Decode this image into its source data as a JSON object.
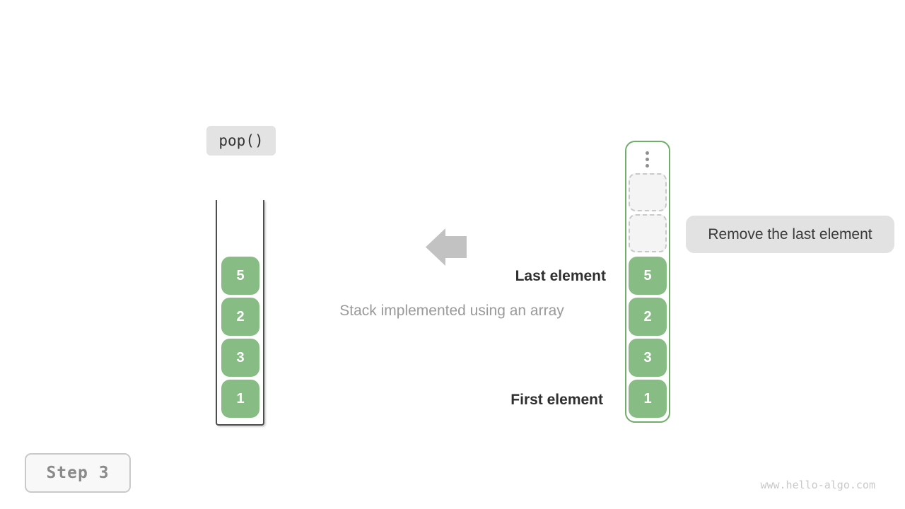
{
  "operation": {
    "label": "pop()"
  },
  "step": {
    "label": "Step 3"
  },
  "watermark": "www.hello-algo.com",
  "caption": "Stack implemented using an array",
  "annotations": {
    "last_element": "Last element",
    "first_element": "First element",
    "remove_note": "Remove the last element"
  },
  "stack": {
    "values": [
      "5",
      "2",
      "3",
      "1"
    ]
  },
  "array": {
    "hidden_indicator_icon": "vertical-ellipsis",
    "empty_slot_count": 2,
    "values": [
      "5",
      "2",
      "3",
      "1"
    ]
  },
  "icons": {
    "arrow": "arrow-left"
  },
  "colors": {
    "green_fill": "#87bd84",
    "green_border": "#6fae6b",
    "op_label_bg": "#e3e3e3",
    "note_bg": "#e2e2e2",
    "arrow_gray": "#c2c2c2",
    "container_border": "#4e4e4e",
    "text_dark": "#2f2f2f",
    "text_gray": "#9a9a9a",
    "step_text": "#8a8a8a",
    "watermark_text": "#c9c9c9",
    "empty_slot_bg": "#f4f4f4",
    "empty_slot_border": "#c9c9c9"
  }
}
